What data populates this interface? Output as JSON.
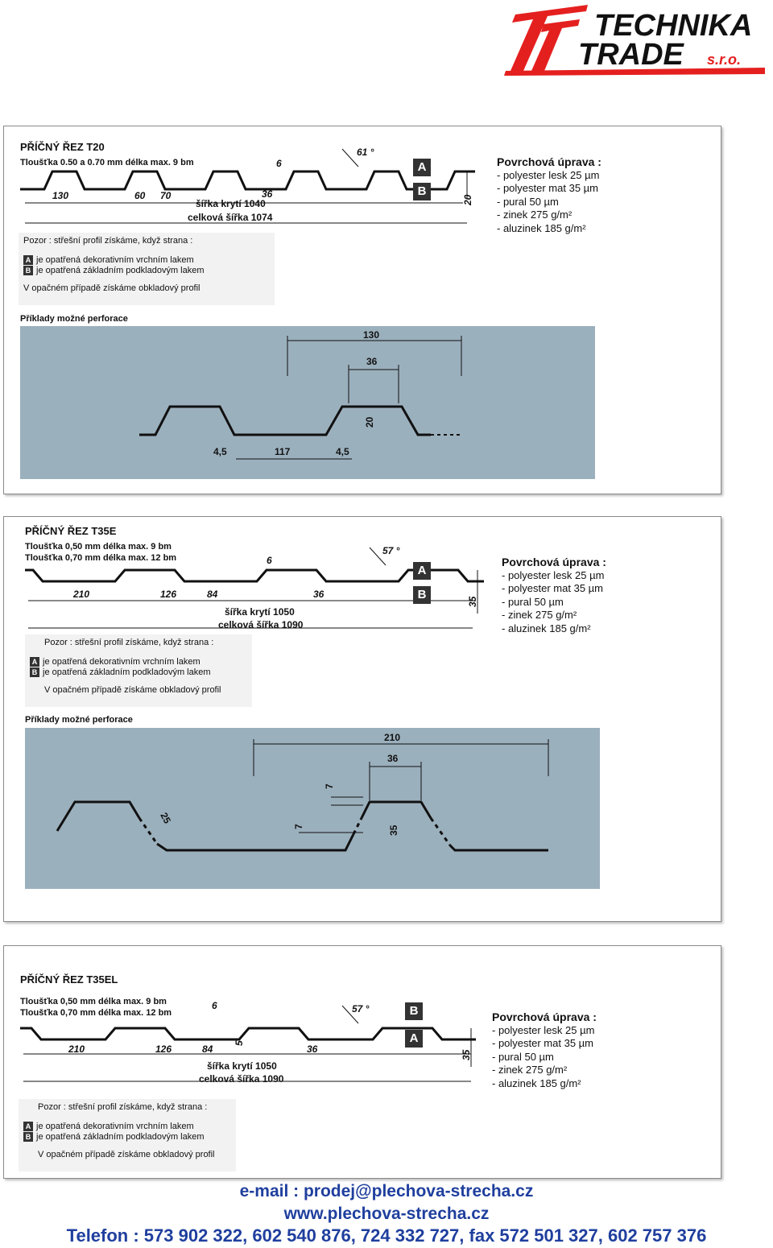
{
  "logo": {
    "word1": "TECHNIKA",
    "word2": "TRADE",
    "suffix": "s.r.o."
  },
  "surface_heading": "Povrchová úprava :",
  "surface_items": [
    "- polyester lesk 25 µm",
    "- polyester mat 35 µm",
    "- pural 50 µm",
    "- zinek 275 g/m²",
    "- aluzinek 185 g/m²"
  ],
  "note": {
    "heading": "Pozor : střešní profil získáme, když strana :",
    "a_text": "je opatřená dekorativním vrchním lakem",
    "b_text": "je opatřená základním podkladovým lakem",
    "otherwise": "V opačném případě získáme obkladový profil",
    "marker_a": "A",
    "marker_b": "B"
  },
  "perforation_label": "Příklady možné perforace",
  "panels": [
    {
      "title": "PŘÍČNÝ ŘEZ T20",
      "spec": [
        "Tloušťka 0.50 a 0.70 mm délka max. 9 bm"
      ],
      "width_cover": "šířka krytí 1040",
      "width_total": "celková šířka 1074",
      "dims": {
        "a": "130",
        "b": "60",
        "c": "70",
        "d": "36",
        "angle": "61 °",
        "t": "6",
        "h": "20"
      },
      "perf_dims": {
        "top": "130",
        "mid": "36",
        "h": "20",
        "l": "4,5",
        "c": "117",
        "r": "4,5"
      }
    },
    {
      "title": "PŘÍČNÝ ŘEZ T35E",
      "spec": [
        "Tloušťka 0,50 mm délka max. 9 bm",
        "Tloušťka 0,70 mm délka max. 12 bm"
      ],
      "width_cover": "šířka krytí 1050",
      "width_total": "celková šířka 1090",
      "dims": {
        "a": "210",
        "b": "126",
        "c": "84",
        "d": "36",
        "angle": "57 °",
        "t": "6",
        "h": "35"
      },
      "perf_dims": {
        "top": "210",
        "mid": "36",
        "s1": "7",
        "s2": "7",
        "diag": "25",
        "h": "35"
      }
    },
    {
      "title": "PŘÍČNÝ ŘEZ T35EL",
      "spec": [
        "Tloušťka 0,50 mm délka max. 9 bm",
        "Tloušťka 0,70 mm délka max. 12 bm"
      ],
      "width_cover": "šířka krytí 1050",
      "width_total": "celková šířka 1090",
      "dims": {
        "a": "210",
        "b": "126",
        "c": "84",
        "d": "36",
        "angle": "57 °",
        "t": "6",
        "h": "35",
        "s": "5"
      }
    }
  ],
  "footer": {
    "email": "e-mail : prodej@plechova-strecha.cz",
    "web": "www.plechova-strecha.cz",
    "phone": "Telefon : 573 902 322, 602 540 876, 724 332 727, fax 572 501 327, 602 757 376"
  }
}
